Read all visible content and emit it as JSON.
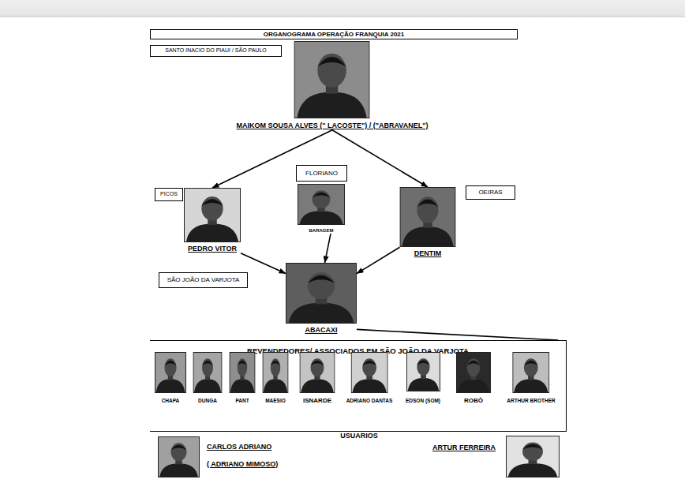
{
  "diagram": {
    "title": "ORGANOGRAMA OPERAÇÃO FRANQUIA 2021",
    "nodes": [
      {
        "text": [
          "SANTO INACIO DO PIAUI / SÃO PAULO"
        ]
      },
      {
        "text": [
          "MAIKOM SOUSA ALVES (\" LACOSTE\") / (\"ABRAVANEL\")"
        ]
      },
      {
        "text": [
          "FLORIANO"
        ]
      },
      {
        "text": [
          "PICOS"
        ]
      },
      {
        "text": [
          "PEDRO VITOR"
        ]
      },
      {
        "text": [
          "BARAGEM"
        ]
      },
      {
        "text": [
          "DENTIM"
        ]
      },
      {
        "text": [
          "OEIRAS"
        ]
      },
      {
        "text": [
          "SÃO JOÃO DA VARJOTA"
        ]
      },
      {
        "text": [
          "ABACAXI"
        ]
      },
      {
        "text": [
          "REVENDEDORES/ ASSOCIADOS EM SÃO JOÃO DA VARJOTA"
        ]
      },
      {
        "text": [
          "CHAPA"
        ],
        "in": 10
      },
      {
        "text": [
          "DUNGA"
        ],
        "in": 10
      },
      {
        "text": [
          "PANT"
        ],
        "in": 10
      },
      {
        "text": [
          "MAESIO"
        ],
        "in": 10
      },
      {
        "text": [
          "ISNARDE"
        ],
        "in": 10
      },
      {
        "text": [
          "ADRIANO DANTAS"
        ],
        "in": 10
      },
      {
        "text": [
          "EDSON (SOM)"
        ],
        "in": 10
      },
      {
        "text": [
          "ROBÔ"
        ],
        "in": 10
      },
      {
        "text": [
          "ARTHUR BROTHER"
        ],
        "in": 10
      },
      {
        "text": [
          "CARLOS ADRIANO",
          "( ADRIANO MIMOSO)"
        ]
      },
      {
        "text": [
          "ARTUR FERREIRA"
        ]
      }
    ],
    "edges": [
      {
        "from": 1,
        "to": 4,
        "arrow": "to"
      },
      {
        "from": 1,
        "to": 6,
        "arrow": "to"
      },
      {
        "from": 4,
        "to": 9,
        "arrow": "to"
      },
      {
        "from": 5,
        "to": 9,
        "arrow": "to"
      },
      {
        "from": 6,
        "to": 9,
        "arrow": "to"
      },
      {
        "from": 9,
        "to": 10,
        "arrow": "none"
      }
    ],
    "labels": [
      "USUARIOS"
    ]
  }
}
